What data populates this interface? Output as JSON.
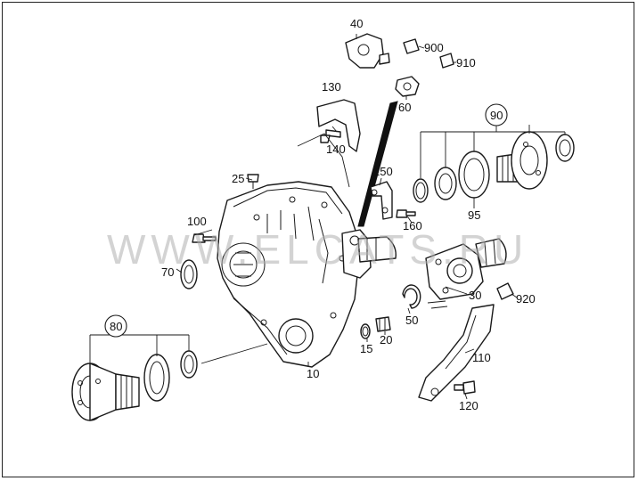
{
  "watermark_text": "WWW.ELCATS.RU",
  "parts": {
    "p10": "10",
    "p15": "15",
    "p20": "20",
    "p25": "25",
    "p30": "30",
    "p40": "40",
    "p50": "50",
    "p60": "60",
    "p70": "70",
    "p80": "80",
    "p90": "90",
    "p95": "95",
    "p100": "100",
    "p110": "110",
    "p120": "120",
    "p130": "130",
    "p140": "140",
    "p150": "150",
    "p160": "160",
    "p900": "900",
    "p910": "910",
    "p920": "920"
  },
  "colors": {
    "line": "#1a1a1a",
    "watermark": "#b0b0b0",
    "background": "#ffffff"
  }
}
